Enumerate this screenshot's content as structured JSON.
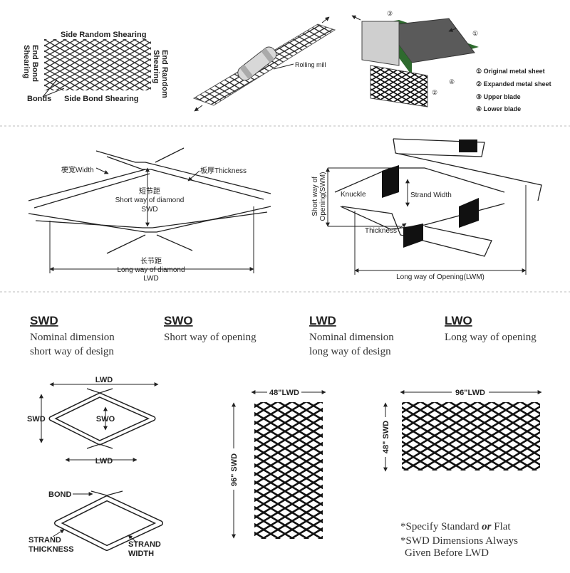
{
  "top": {
    "shear_labels": {
      "side_random": "Side Random Shearing",
      "end_bond_left": [
        "End Bond",
        "Shearing"
      ],
      "end_random_right": [
        "End Random",
        "Shearing"
      ],
      "bonds": "Bonds",
      "side_bond": "Side Bond Shearing"
    },
    "rolling_mill": "Rolling mill",
    "press": {
      "markers": [
        "①",
        "②",
        "③",
        "④"
      ],
      "legend": [
        "① Original metal sheet",
        "② Expanded metal sheet",
        "③ Upper blade",
        "④ Lower blade"
      ]
    }
  },
  "middle_left": {
    "width_label": "梗宽Width",
    "thickness_label": "板厚Thickness",
    "swd_label": [
      "短节距",
      "Short way of diamond",
      "SWD"
    ],
    "lwd_label": [
      "长节距",
      "Long way of diamond",
      "LWD"
    ]
  },
  "middle_right": {
    "swm_label": [
      "Short way of",
      "Opening(SWM)"
    ],
    "knuckle": "Knuckle",
    "strand_width": "Strand Width",
    "thickness": "Thickness",
    "lwm_label": "Long way of Opening(LWM)"
  },
  "definitions": [
    {
      "code": "SWD",
      "lines": [
        "Nominal dimension",
        "short way of design"
      ]
    },
    {
      "code": "SWO",
      "lines": [
        "Short way of opening"
      ]
    },
    {
      "code": "LWD",
      "lines": [
        "Nominal dimension",
        "long way of design"
      ]
    },
    {
      "code": "LWO",
      "lines": [
        "Long way of opening"
      ]
    }
  ],
  "bottom_left": {
    "lwd_top": "LWD",
    "swd": "SWD",
    "swo": "SWO",
    "lwd_bottom": "LWD",
    "bond": "BOND",
    "strand_thickness": [
      "STRAND",
      "THICKNESS"
    ],
    "strand_width": [
      "STRAND",
      "WIDTH"
    ]
  },
  "sheet_portrait": {
    "width_label": "48\"LWD",
    "height_label": "96\" SWD"
  },
  "sheet_landscape": {
    "width_label": "96\"LWD",
    "height_label": "48\" SWD"
  },
  "notes": {
    "note1_pre": "*Specify Standard",
    "note1_em": "or",
    "note1_post": "Flat",
    "note2": [
      "*SWD Dimensions Always",
      "Given Before LWD"
    ]
  }
}
